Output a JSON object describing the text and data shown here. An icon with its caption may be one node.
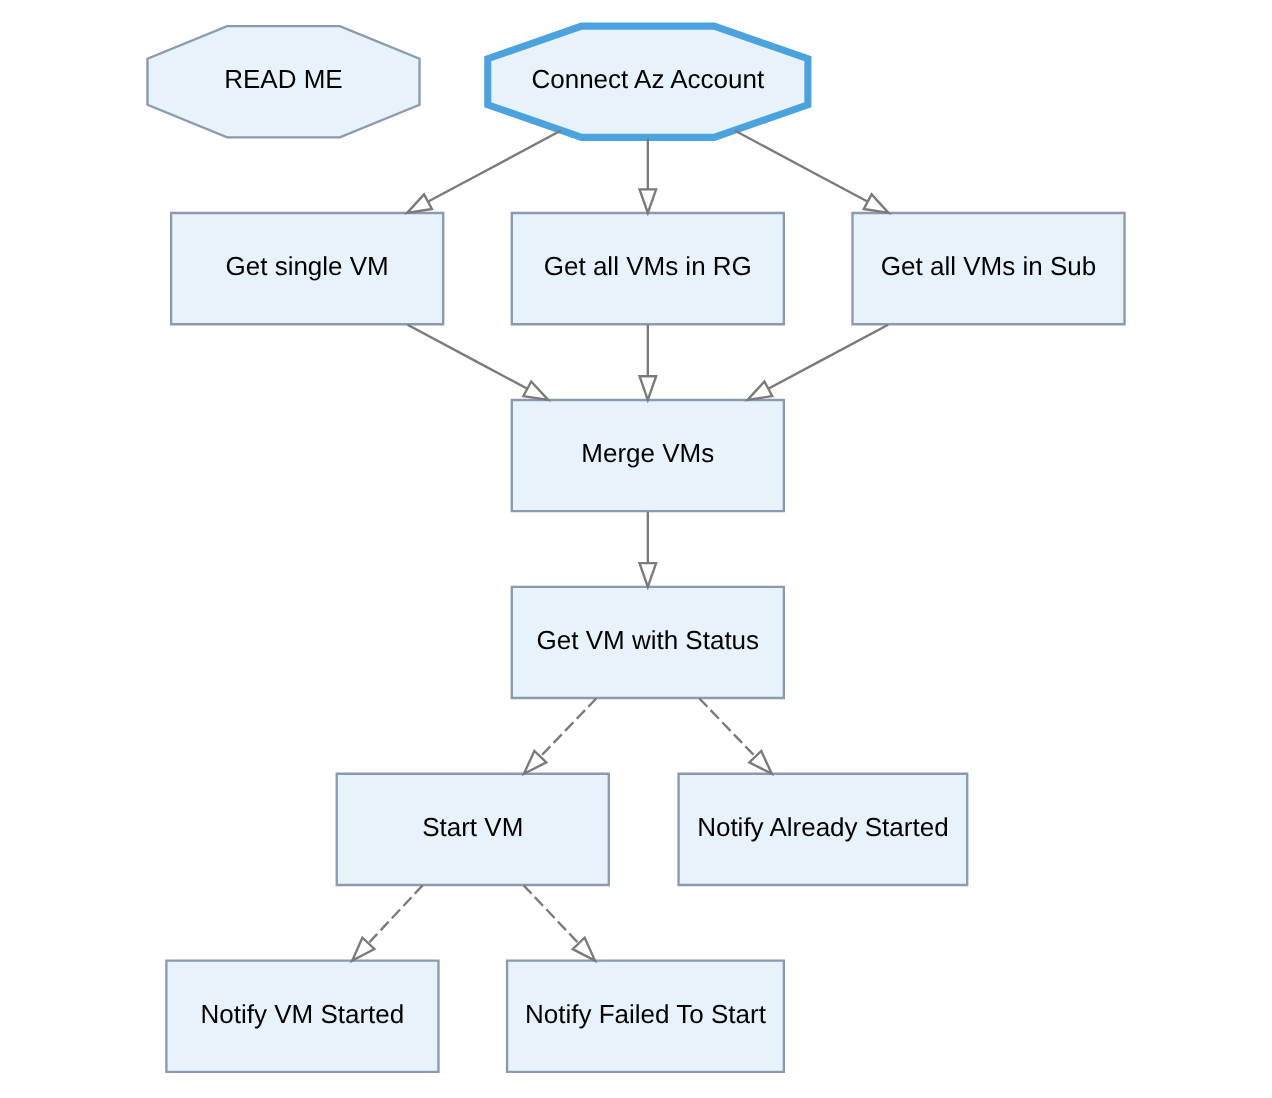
{
  "diagram": {
    "nodes": [
      {
        "text": [
          "READ ME"
        ]
      },
      {
        "text": [
          "Connect Az Account"
        ]
      },
      {
        "text": [
          "Get single VM"
        ]
      },
      {
        "text": [
          "Get all VMs in RG"
        ]
      },
      {
        "text": [
          "Get all VMs in Sub"
        ]
      },
      {
        "text": [
          "Merge VMs"
        ]
      },
      {
        "text": [
          "Get VM with Status"
        ]
      },
      {
        "text": [
          "Start VM"
        ]
      },
      {
        "text": [
          "Notify Already Started"
        ]
      },
      {
        "text": [
          "Notify VM Started"
        ]
      },
      {
        "text": [
          "Notify Failed To Start"
        ]
      }
    ],
    "edges": [
      {
        "from": 1,
        "to": 2,
        "arrow": "to"
      },
      {
        "from": 1,
        "to": 3,
        "arrow": "to"
      },
      {
        "from": 1,
        "to": 4,
        "arrow": "to"
      },
      {
        "from": 2,
        "to": 5,
        "arrow": "to"
      },
      {
        "from": 3,
        "to": 5,
        "arrow": "to"
      },
      {
        "from": 4,
        "to": 5,
        "arrow": "to"
      },
      {
        "from": 5,
        "to": 6,
        "arrow": "to"
      },
      {
        "from": 6,
        "to": 7,
        "arrow": "to",
        "style": "dashed"
      },
      {
        "from": 6,
        "to": 8,
        "arrow": "to",
        "style": "dashed"
      },
      {
        "from": 7,
        "to": 9,
        "arrow": "to",
        "style": "dashed"
      },
      {
        "from": 7,
        "to": 10,
        "arrow": "to",
        "style": "dashed"
      }
    ]
  }
}
